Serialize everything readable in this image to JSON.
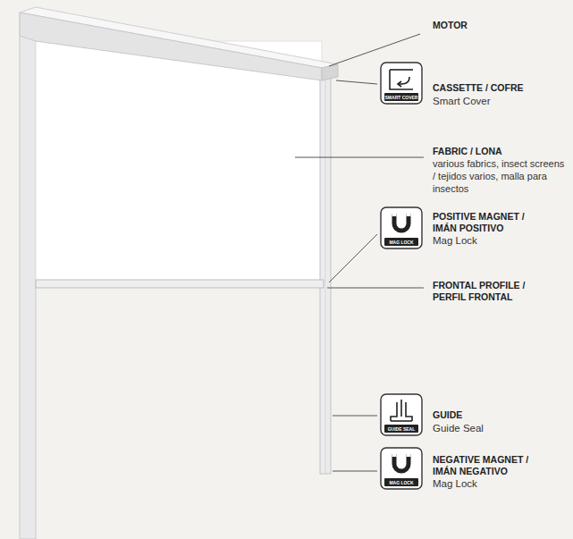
{
  "diagram": {
    "labels": [
      "MOTOR",
      "SMART COVER",
      "CASSETTE / COFRE",
      "Smart Cover",
      "FABRIC / LONA",
      "various fabrics, insect screens / tejidos varios, malla para insectos",
      "MAG LOCK",
      "POSITIVE MAGNET / IMÁN POSITIVO",
      "Mag Lock",
      "FRONTAL PROFILE / PERFIL FRONTAL",
      "GUIDE SEAL",
      "GUIDE",
      "Guide Seal",
      "MAG LOCK",
      "NEGATIVE MAGNET / IMÁN NEGATIVO",
      "Mag Lock"
    ]
  }
}
